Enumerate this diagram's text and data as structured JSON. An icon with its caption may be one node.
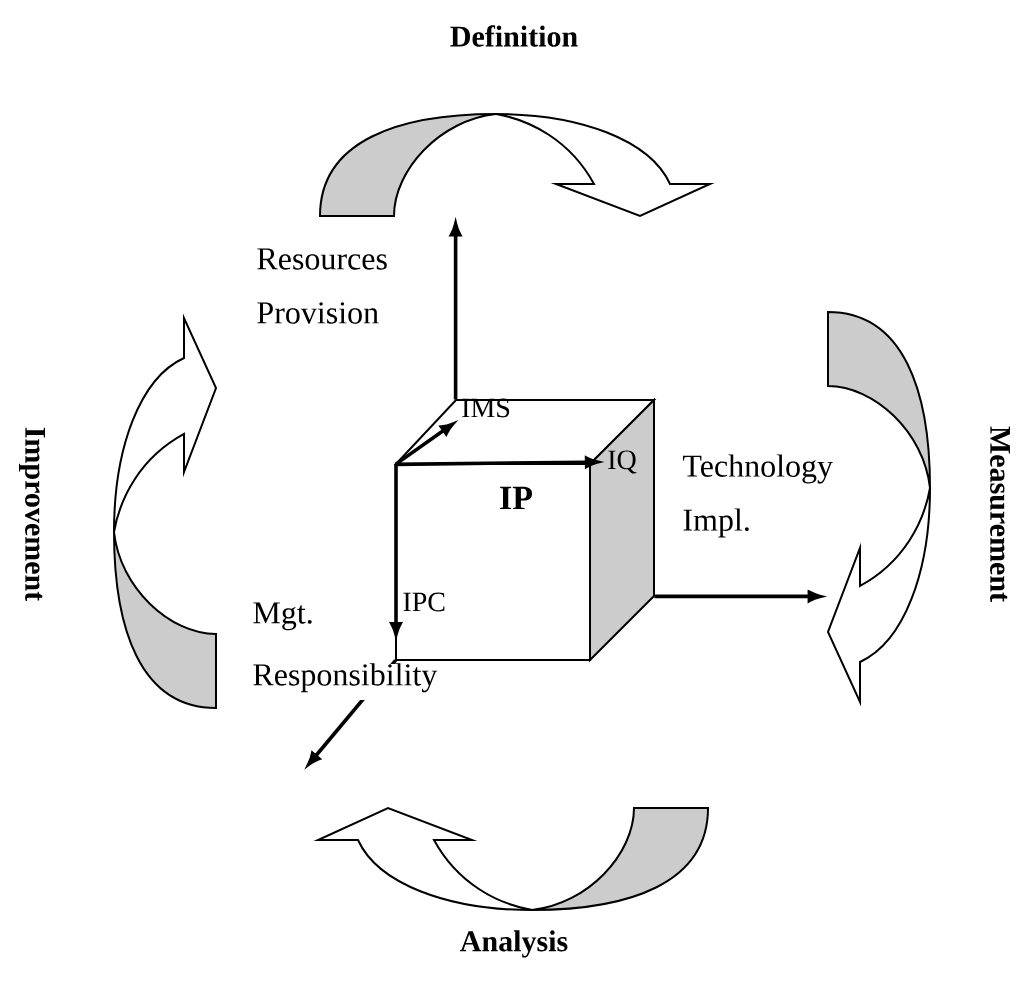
{
  "diagram": {
    "nodes": [
      {
        "text": [
          "IP"
        ]
      },
      {
        "text": [
          "IMS"
        ]
      },
      {
        "text": [
          "IQ"
        ]
      },
      {
        "text": [],
        "shape": "arrow",
        "beside": [
          "Definition"
        ]
      },
      {
        "text": [],
        "shape": "arrow",
        "beside": [
          "Measurement"
        ]
      },
      {
        "text": [],
        "shape": "arrow",
        "beside": [
          "Analysis"
        ]
      },
      {
        "text": [],
        "shape": "arrow",
        "beside": [
          "Improvement"
        ]
      }
    ],
    "edges": [
      {
        "from": 0,
        "to": 1,
        "arrow": "to"
      },
      {
        "from": 0,
        "to": 2,
        "arrow": "to"
      },
      {
        "from": 0,
        "to": 3,
        "arrow": "to"
      },
      {
        "from": 0,
        "to": 4,
        "arrow": "to"
      },
      {
        "from": 0,
        "to": null,
        "arrow": "to"
      }
    ],
    "labels": [
      "Resources Provision",
      "IPC",
      "Technology Impl.",
      "Mgt. Responsibility"
    ]
  }
}
